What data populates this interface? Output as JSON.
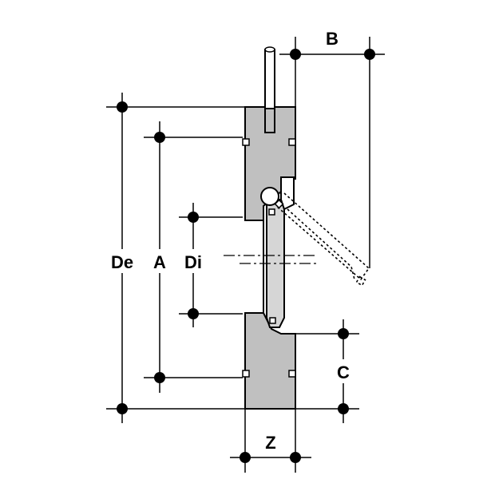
{
  "diagram": {
    "labels": {
      "De": "De",
      "A": "A",
      "Di": "Di",
      "B": "B",
      "C": "C",
      "Z": "Z"
    },
    "colors": {
      "body": "#c0c0c0",
      "stroke": "#000000",
      "disc": "#d6d6d6",
      "background": "#ffffff"
    }
  }
}
